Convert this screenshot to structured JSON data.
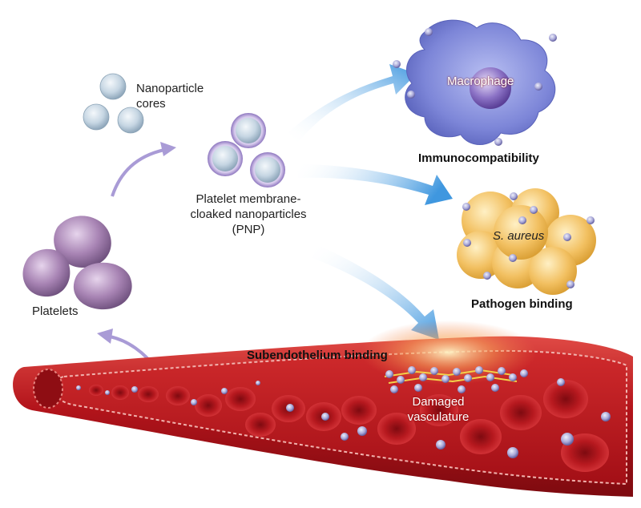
{
  "labels": {
    "nanoparticle_cores": [
      "Nanoparticle",
      "cores"
    ],
    "pnp": [
      "Platelet membrane-",
      "cloaked nanoparticles",
      "(PNP)"
    ],
    "platelets": "Platelets",
    "macrophage": "Macrophage",
    "immunocompatibility": "Immunocompatibility",
    "s_aureus": "S. aureus",
    "pathogen_binding": "Pathogen binding",
    "subendothelium_binding": "Subendothelium binding",
    "damaged_vasculature": [
      "Damaged",
      "vasculature"
    ]
  },
  "colors": {
    "arrow_purple": "#a99bd6",
    "arrow_blue": "#4a9fe0",
    "platelet": "#9a7aa8",
    "macrophage": "#7d86d8",
    "bacteria": "#f2c061",
    "vessel": "#b3141b",
    "nanoparticle": "#c9d8e6",
    "membrane": "#b7a4d8"
  },
  "icons": [
    "nanoparticle-icon",
    "platelet-icon",
    "macrophage-icon",
    "bacteria-icon",
    "blood-vessel-icon",
    "red-blood-cell-icon",
    "arrow-icon"
  ]
}
